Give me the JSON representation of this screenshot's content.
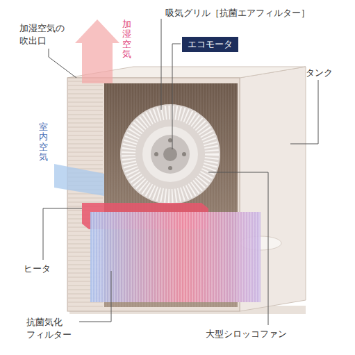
{
  "diagram": {
    "nodes": [
      {
        "text": [
          "エコモータ"
        ]
      }
    ],
    "labels": [
      "加湿空気の 吹出口",
      "加湿空気",
      "吸気グリル［抗菌エアフィルター］",
      "室内空気",
      "タンク",
      "ヒータ",
      "抗菌気化 フィルター",
      "大型シロッコファン"
    ]
  }
}
